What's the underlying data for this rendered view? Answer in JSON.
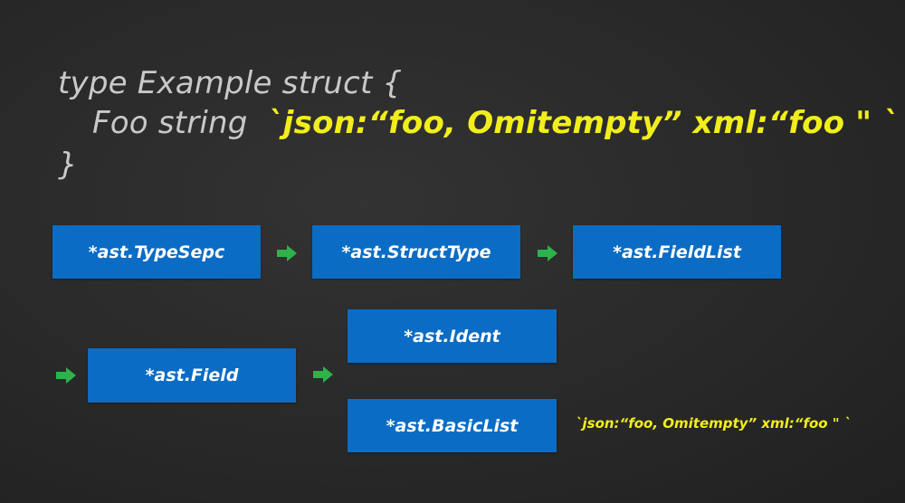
{
  "code": {
    "line1": "type Example struct {",
    "line2_prefix": "Foo string  ",
    "line2_tag": "`json:“foo, Omitempty” xml:“foo \" `",
    "line3": "}"
  },
  "nodes": {
    "type_spec": "*ast.TypeSepc",
    "struct_type": "*ast.StructType",
    "field_list": "*ast.FieldList",
    "field": "*ast.Field",
    "ident": "*ast.Ident",
    "basic_list": "*ast.BasicList"
  },
  "annotation": "`json:“foo, Omitempty” xml:“foo \" `",
  "colors": {
    "background": "#2b2b2b",
    "code_text": "#c9c9c9",
    "tag_yellow": "#f2ee1b",
    "node_blue": "#0a6cc4",
    "arrow_green": "#2db34a"
  },
  "icons": [
    "arrow-right-icon"
  ]
}
